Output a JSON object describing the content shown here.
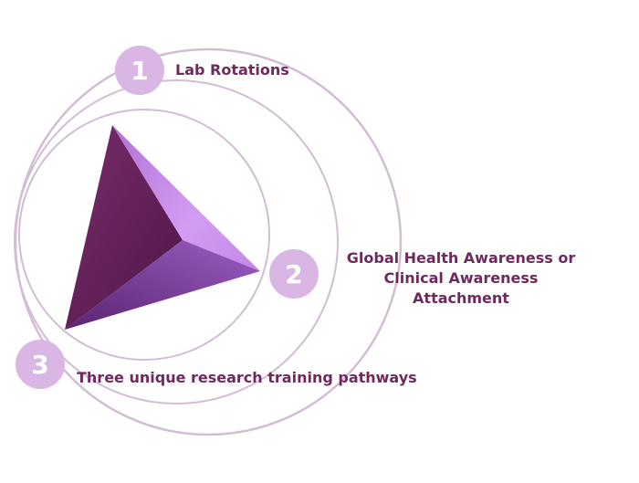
{
  "steps": [
    {
      "number": "1",
      "label": "Lab Rotations"
    },
    {
      "number": "2",
      "label_line1": "Global Health Awareness or",
      "label_line2": "Clinical Awareness Attachment"
    },
    {
      "number": "3",
      "label": "Three unique research training pathways"
    }
  ],
  "colors": {
    "ring": "#d3bcd5",
    "badge": "#d9b6e3",
    "label_text": "#6e2a5e",
    "pyramid_dark": "#63205a",
    "pyramid_light": "#c88be8",
    "pyramid_mid": "#7b3f9a"
  }
}
